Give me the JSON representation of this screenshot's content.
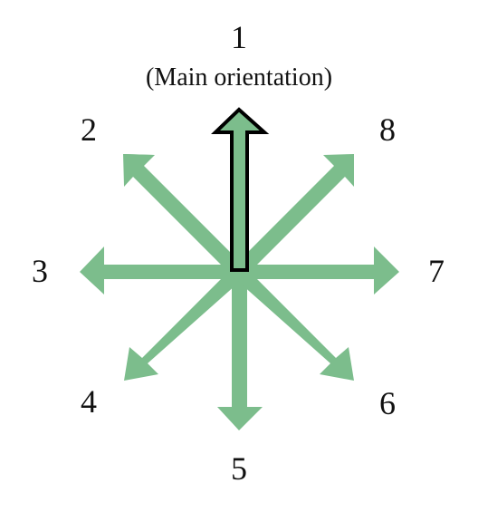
{
  "colors": {
    "arrow": "#7cbd8c",
    "outline": "#000000",
    "text": "#111111"
  },
  "labels": {
    "d1": "1",
    "main_orientation": "(Main orientation)",
    "d2": "2",
    "d3": "3",
    "d4": "4",
    "d5": "5",
    "d6": "6",
    "d7": "7",
    "d8": "8"
  },
  "directions": [
    {
      "number": "1",
      "angle_deg": 90,
      "highlighted": true
    },
    {
      "number": "2",
      "angle_deg": 135,
      "highlighted": false
    },
    {
      "number": "3",
      "angle_deg": 180,
      "highlighted": false
    },
    {
      "number": "4",
      "angle_deg": 225,
      "highlighted": false
    },
    {
      "number": "5",
      "angle_deg": 270,
      "highlighted": false
    },
    {
      "number": "6",
      "angle_deg": 315,
      "highlighted": false
    },
    {
      "number": "7",
      "angle_deg": 0,
      "highlighted": false
    },
    {
      "number": "8",
      "angle_deg": 45,
      "highlighted": false
    }
  ]
}
